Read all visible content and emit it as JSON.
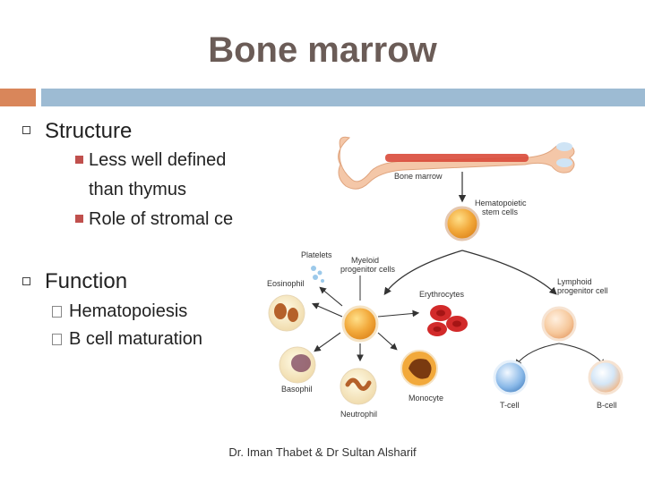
{
  "slide": {
    "title": "Bone marrow",
    "footer": "Dr. Iman Thabet & Dr Sultan Alsharif"
  },
  "bullets": {
    "structure": {
      "label": "Structure",
      "items": [
        "Less well defined",
        "than thymus",
        "Role of stromal ce"
      ]
    },
    "function": {
      "label": "Function",
      "items": [
        "Hematopoiesis",
        "B cell maturation"
      ]
    }
  },
  "diagram": {
    "labels": {
      "bone_marrow": "Bone marrow",
      "hsc_1": "Hematopoietic",
      "hsc_2": "stem cells",
      "platelets": "Platelets",
      "myeloid_1": "Myeloid",
      "myeloid_2": "progenitor cells",
      "eosinophil": "Eosinophil",
      "erythrocytes": "Erythrocytes",
      "lymphoid_1": "Lymphoid",
      "lymphoid_2": "progenitor cell",
      "basophil": "Basophil",
      "monocyte": "Monocyte",
      "neutrophil": "Neutrophil",
      "t_cell": "T-cell",
      "b_cell": "B-cell"
    },
    "colors": {
      "bone": "#f4c7a8",
      "marrow": "#d94a3a",
      "myeloid": "#f2a93b",
      "lymphoid": "#f6c79a",
      "erythrocyte": "#d22a2a",
      "t_cell": "#8ab9e8",
      "b_cell": "#f0b88a"
    }
  },
  "theme": {
    "accent_orange": "#d9865a",
    "accent_blue": "#9dbbd3",
    "title_color": "#6b5c57"
  }
}
